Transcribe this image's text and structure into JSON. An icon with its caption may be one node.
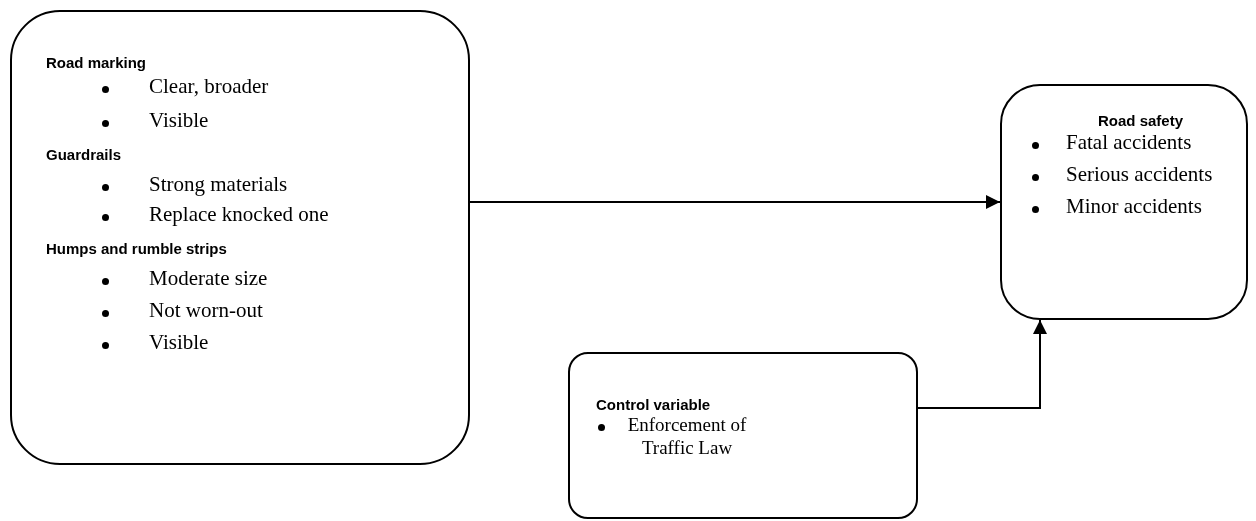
{
  "diagram": {
    "nodes": [
      {
        "text": [
          "Road marking",
          "Clear, broader",
          "Visible",
          "Guardrails",
          "Strong materials",
          "Replace knocked one",
          "Humps and rumble strips",
          "Moderate size",
          "Not worn-out",
          "Visible"
        ]
      },
      {
        "text": [
          "Road safety",
          "Fatal accidents",
          "Serious accidents",
          "Minor accidents"
        ]
      },
      {
        "text": [
          "Control variable",
          "Enforcement of Traffic Law"
        ]
      }
    ],
    "edges": [
      {
        "from": 0,
        "to": 1,
        "arrow": "to"
      },
      {
        "from": 2,
        "to": 1,
        "arrow": "to"
      }
    ]
  }
}
